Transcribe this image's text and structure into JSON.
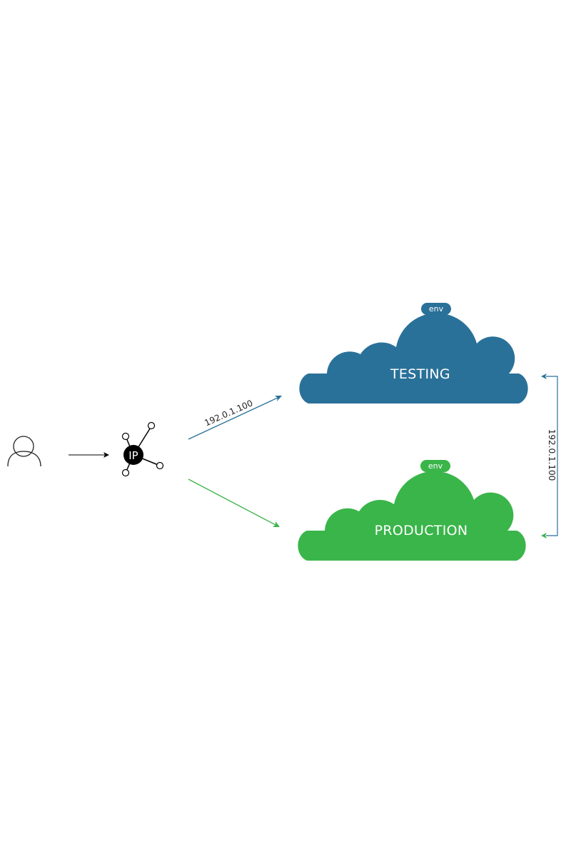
{
  "colors": {
    "testing": "#2a7199",
    "production": "#3ab54a",
    "ink": "#000000"
  },
  "user": {
    "icon": "user-icon"
  },
  "ip_node": {
    "icon": "network-node-icon",
    "label": "IP"
  },
  "clouds": {
    "testing": {
      "label": "TESTING",
      "tag": "env"
    },
    "production": {
      "label": "PRODUCTION",
      "tag": "env"
    }
  },
  "edges": {
    "ip_to_testing": {
      "label": "192.0.1.100"
    },
    "swap": {
      "label": "192.0.1.100"
    }
  }
}
